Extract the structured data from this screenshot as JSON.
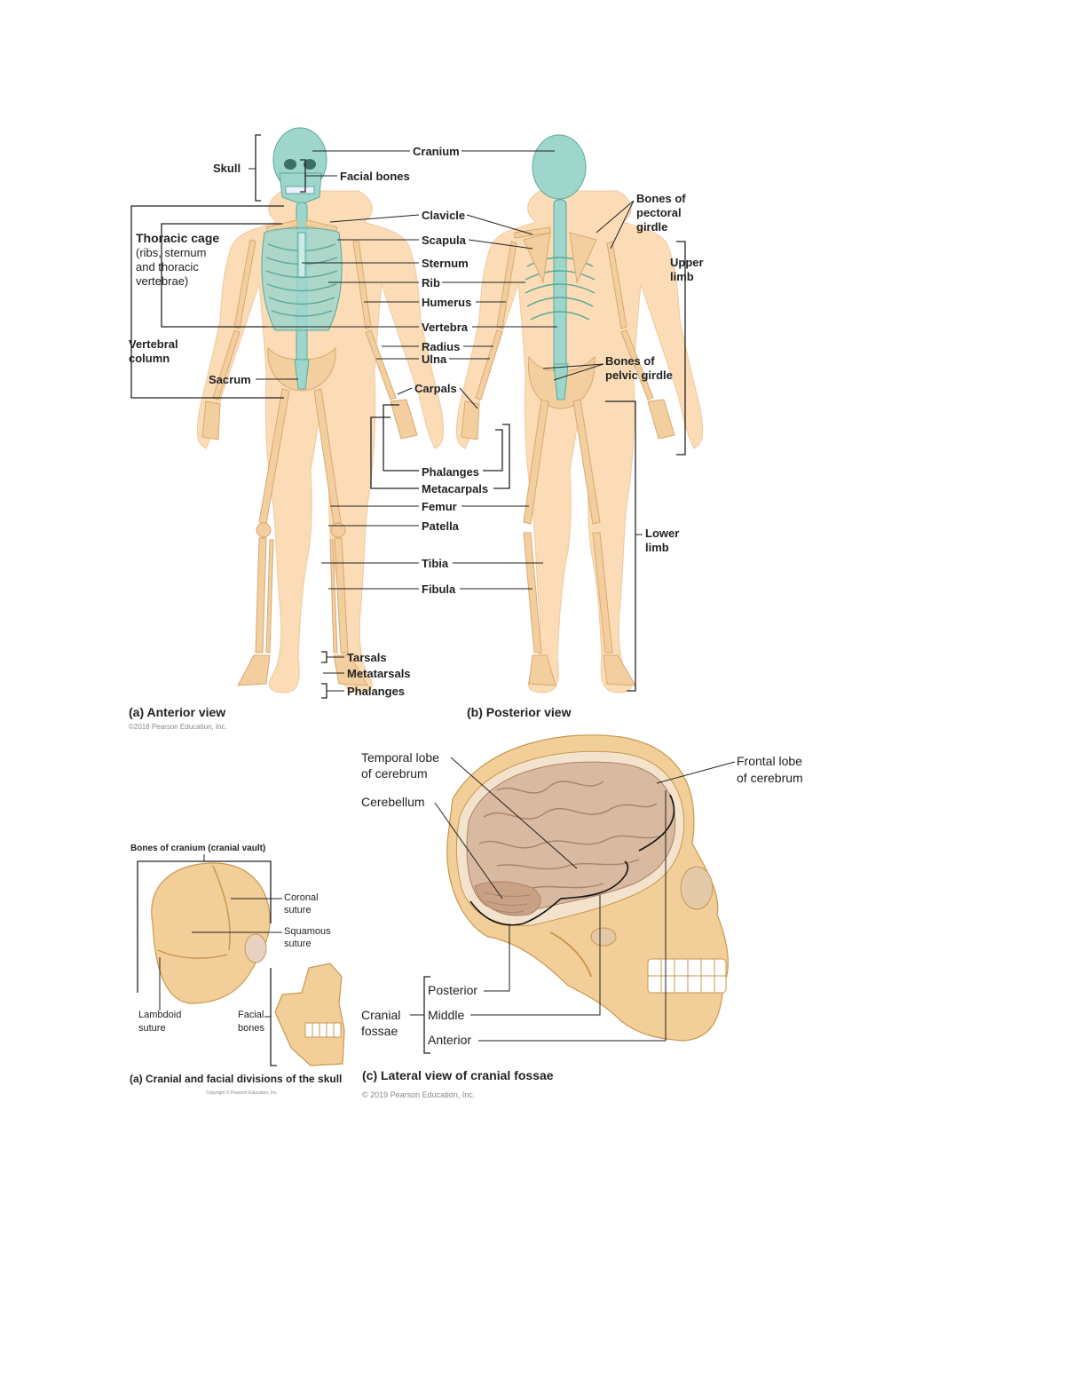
{
  "fig1": {
    "labels": {
      "skull": "Skull",
      "cranium": "Cranium",
      "facial_bones": "Facial bones",
      "thoracic_cage_title": "Thoracic cage",
      "thoracic_cage_desc1": "(ribs, sternum",
      "thoracic_cage_desc2": "and thoracic",
      "thoracic_cage_desc3": "vertebrae)",
      "clavicle": "Clavicle",
      "scapula": "Scapula",
      "sternum": "Sternum",
      "rib": "Rib",
      "humerus": "Humerus",
      "vertebra": "Vertebra",
      "vertebral_column_1": "Vertebral",
      "vertebral_column_2": "column",
      "radius": "Radius",
      "ulna": "Ulna",
      "sacrum": "Sacrum",
      "carpals": "Carpals",
      "phalanges": "Phalanges",
      "metacarpals": "Metacarpals",
      "femur": "Femur",
      "patella": "Patella",
      "tibia": "Tibia",
      "fibula": "Fibula",
      "tarsals": "Tarsals",
      "metatarsals": "Metatarsals",
      "phalanges_foot": "Phalanges",
      "pectoral_1": "Bones of",
      "pectoral_2": "pectoral",
      "pectoral_3": "girdle",
      "upper_limb_1": "Upper",
      "upper_limb_2": "limb",
      "pelvic_1": "Bones of",
      "pelvic_2": "pelvic girdle",
      "lower_limb_1": "Lower",
      "lower_limb_2": "limb"
    },
    "caption_a": "(a) Anterior view",
    "caption_b": "(b) Posterior view",
    "copyright": "©2018 Pearson Education, Inc."
  },
  "fig2": {
    "title": "Bones of cranium (cranial vault)",
    "coronal_1": "Coronal",
    "coronal_2": "suture",
    "squamous_1": "Squamous",
    "squamous_2": "suture",
    "lambdoid_1": "Lambdoid",
    "lambdoid_2": "suture",
    "facial_1": "Facial",
    "facial_2": "bones",
    "caption": "(a) Cranial and facial divisions of the skull",
    "copyright": "Copyright © Pearson Education, Inc."
  },
  "fig3": {
    "temporal_1": "Temporal lobe",
    "temporal_2": "of cerebrum",
    "frontal_1": "Frontal lobe",
    "frontal_2": "of cerebrum",
    "cerebellum": "Cerebellum",
    "cranial_1": "Cranial",
    "cranial_2": "fossae",
    "posterior": "Posterior",
    "middle": "Middle",
    "anterior": "Anterior",
    "caption": "(c) Lateral view of cranial fossae",
    "copyright": "© 2019 Pearson Education, Inc."
  }
}
